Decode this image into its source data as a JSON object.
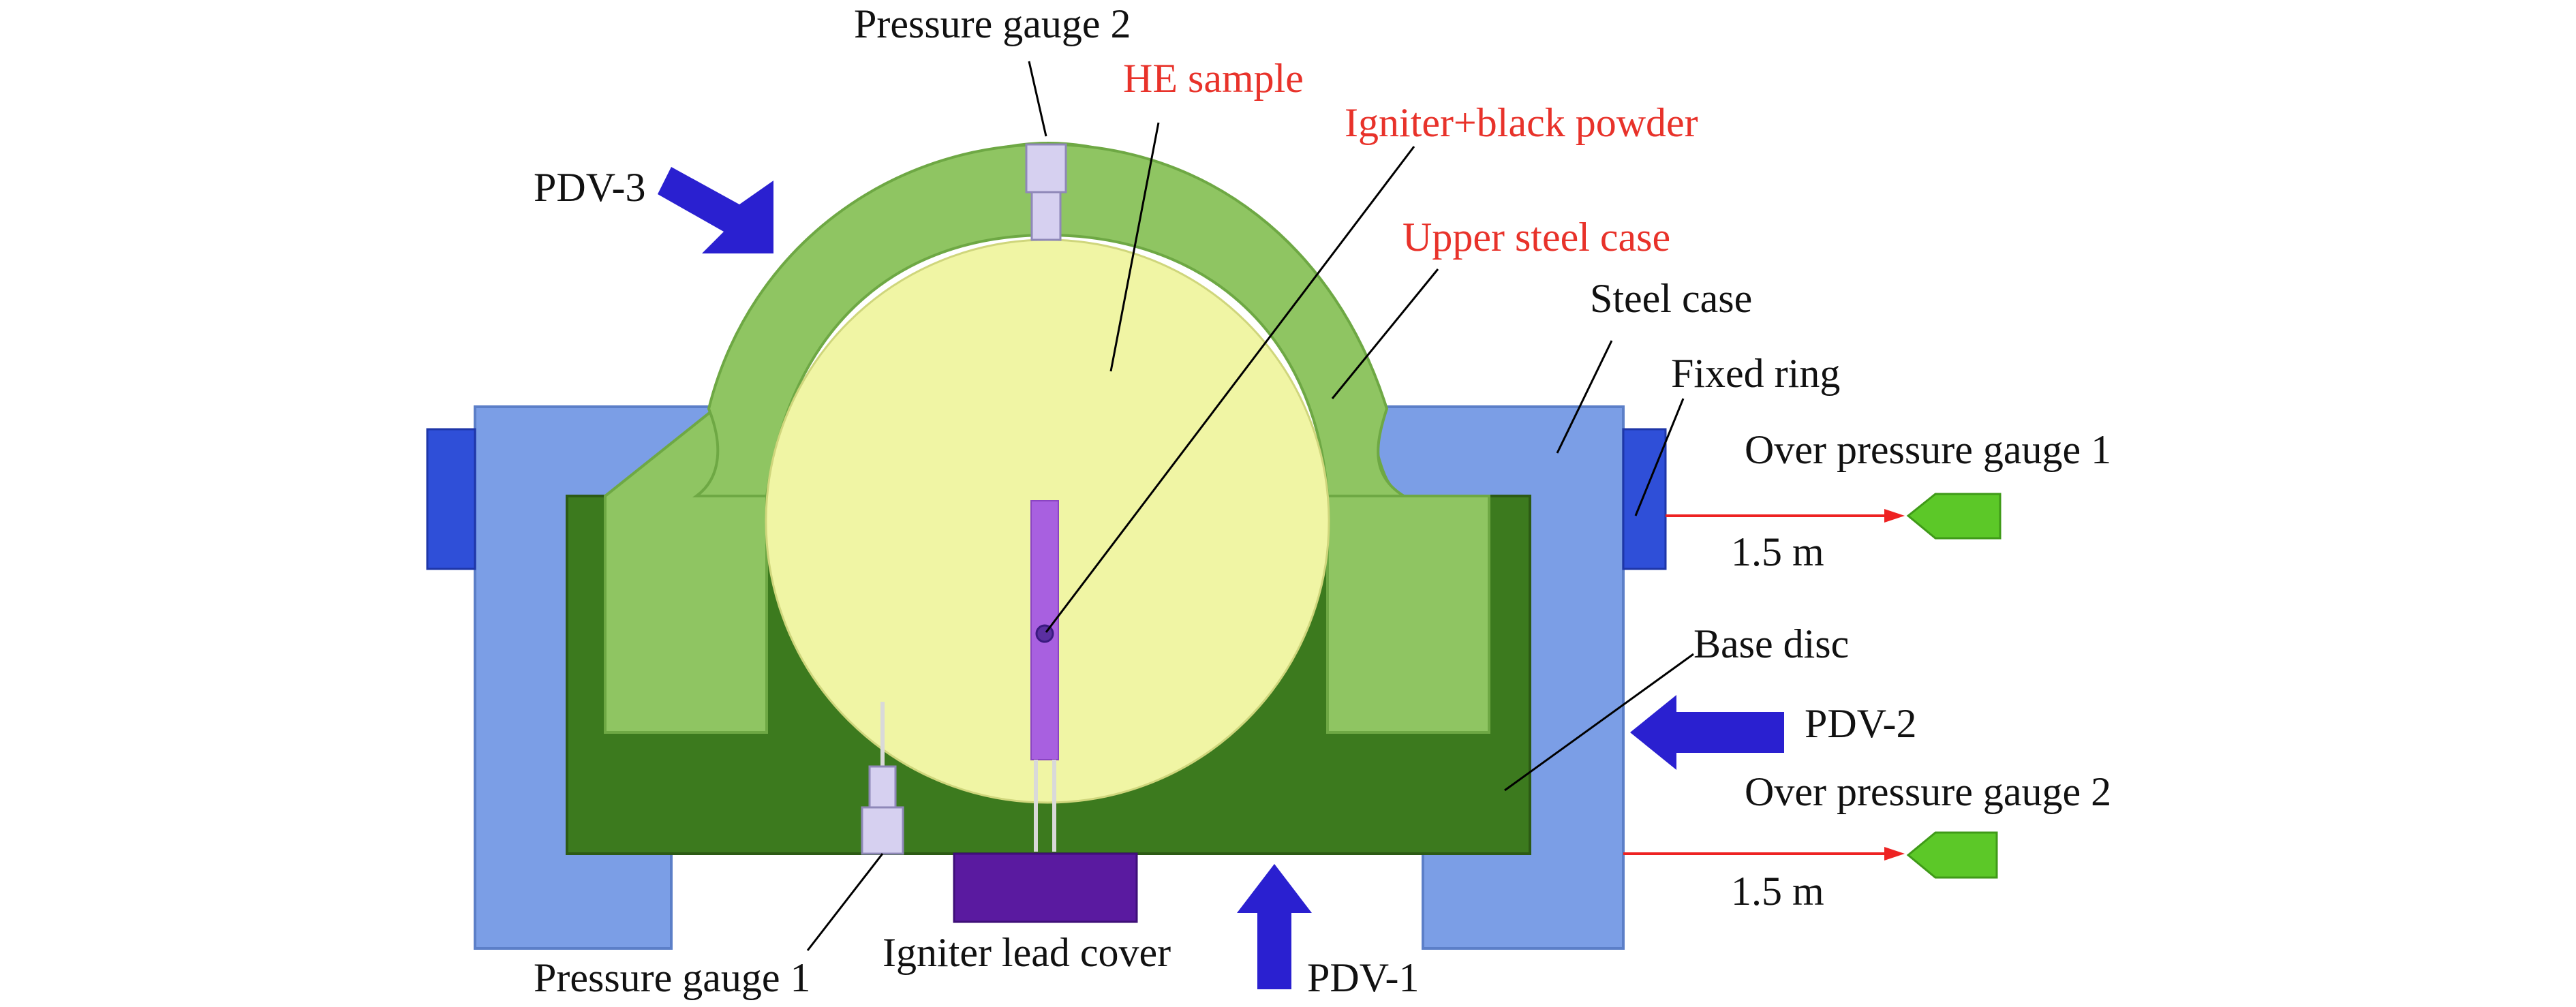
{
  "labels": {
    "pressure_gauge_2": "Pressure gauge 2",
    "he_sample": "HE sample",
    "igniter_black_powder": "Igniter+black powder",
    "pdv_3": "PDV-3",
    "upper_steel_case": "Upper steel case",
    "steel_case": "Steel case",
    "fixed_ring": "Fixed ring",
    "over_pressure_gauge_1": "Over pressure gauge 1",
    "distance_1": "1.5 m",
    "base_disc": "Base disc",
    "pdv_2": "PDV-2",
    "over_pressure_gauge_2": "Over pressure gauge 2",
    "distance_2": "1.5 m",
    "igniter_lead_cover": "Igniter lead cover",
    "pressure_gauge_1": "Pressure gauge 1",
    "pdv_1": "PDV-1"
  },
  "colors": {
    "highlight_text": "#e8322a",
    "normal_text": "#111111",
    "steel_case_blue": "#7b9ee6",
    "fixed_ring_blue": "#2f4fd8",
    "upper_case_green": "#8fc562",
    "base_disc_green": "#3c7a1e",
    "he_sample_yellow": "#f0f5a4",
    "igniter_purple": "#a860e0",
    "lead_cover_purple": "#5a1aa0",
    "arrow_blue": "#2a20d0",
    "gauge_green": "#5cc828",
    "red_line": "#ee2222"
  }
}
